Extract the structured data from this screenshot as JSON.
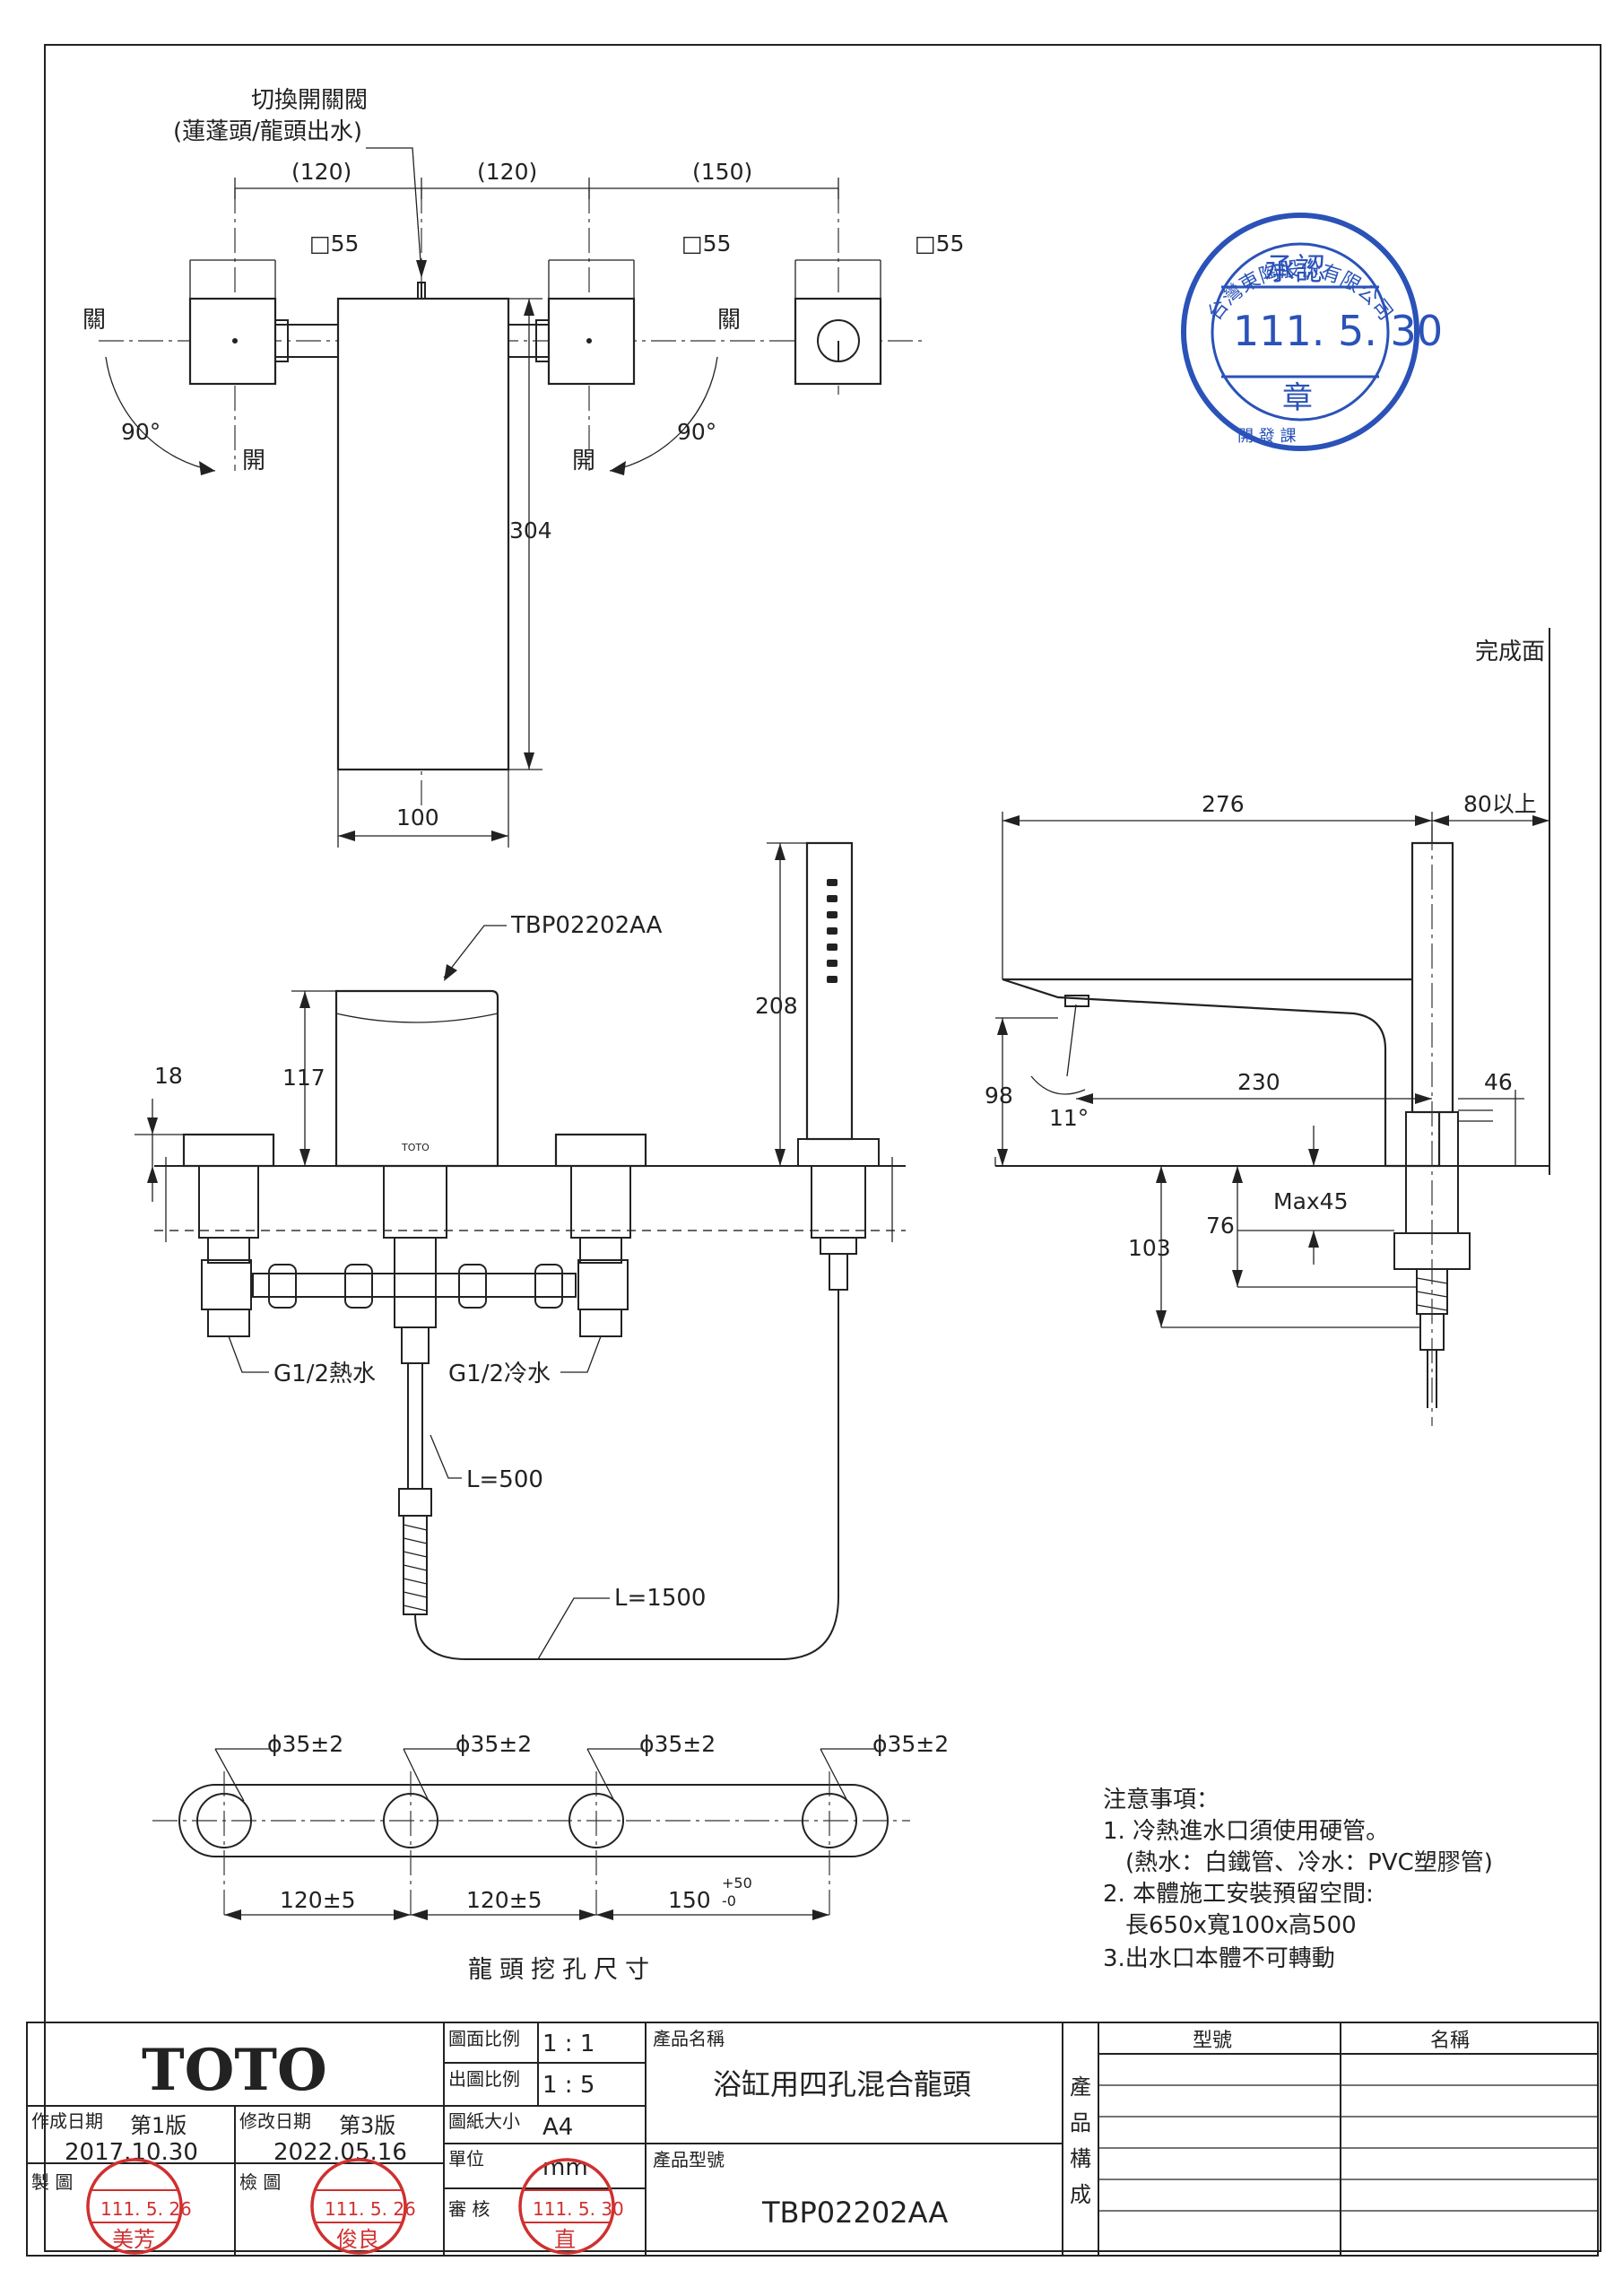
{
  "callouts": {
    "diverter_line1": "切換開關閥",
    "diverter_line2": "(蓮蓬頭/龍頭出水)",
    "close_left": "關",
    "open_left": "開",
    "close_right": "關",
    "open_right": "開",
    "angle_left": "90°",
    "angle_right": "90°",
    "model_callout": "TBP02202AA",
    "hot_inlet": "G1/2熱水",
    "cold_inlet": "G1/2冷水",
    "hose_short": "L=500",
    "hose_long": "L=1500",
    "finish_surface": "完成面",
    "spout_angle": "11°"
  },
  "top_view": {
    "dim_120a": "(120)",
    "dim_120b": "(120)",
    "dim_150": "(150)",
    "sq_left": "□55",
    "sq_mid": "□55",
    "sq_right": "□55",
    "height_304": "304",
    "width_100": "100"
  },
  "front_view": {
    "dim_18": "18",
    "dim_117": "117",
    "dim_208": "208",
    "brand_mark": "TOTO"
  },
  "side_view": {
    "dim_276": "276",
    "dim_80": "80以上",
    "dim_98": "98",
    "dim_230": "230",
    "dim_46": "46",
    "dim_max45": "Max45",
    "dim_76": "76",
    "dim_103": "103"
  },
  "holes": {
    "dia_1": "ϕ35±2",
    "dia_2": "ϕ35±2",
    "dia_3": "ϕ35±2",
    "dia_4": "ϕ35±2",
    "spacing_1": "120±5",
    "spacing_2": "120±5",
    "spacing_3": "150",
    "tol_upper": "+50",
    "tol_lower": "-0",
    "caption": "龍頭挖孔尺寸"
  },
  "notes": {
    "title": "注意事項：",
    "items": [
      "1. 冷熱進水口須使用硬管。",
      "(熱水：白鐵管、冷水：PVC塑膠管)",
      "2. 本體施工安裝預留空間:",
      "長650x寬100x高500",
      "3.出水口本體不可轉動"
    ]
  },
  "stamps": {
    "approval_ring": "台灣東陶股份有限公司",
    "approval_word": "承認",
    "approval_date": "111. 5. 30",
    "approval_seal": "章",
    "approval_dept": "開 發 課",
    "maker_date": "111. 5. 26",
    "maker_name": "美芳",
    "checker_date": "111. 5. 26",
    "checker_name": "俊良",
    "reviewer_date": "111. 5. 30",
    "reviewer_name": "直"
  },
  "title_block": {
    "brand": "TOTO",
    "scale_label": "圖面比例",
    "scale_value": "1 : 1",
    "print_scale_label": "出圖比例",
    "print_scale_value": "1 : 5",
    "paper_label": "圖紙大小",
    "paper_value": "A4",
    "unit_label": "單位",
    "unit_value": "mm",
    "review_label": "審 核",
    "product_name_label": "產品名稱",
    "product_name": "浴缸用四孔混合龍頭",
    "product_model_label": "產品型號",
    "product_model": "TBP02202AA",
    "created_label": "作成日期",
    "created_version": "第1版",
    "created_date": "2017.10.30",
    "modified_label": "修改日期",
    "modified_version": "第3版",
    "modified_date": "2022.05.16",
    "maker_label": "製 圖",
    "checker_label": "檢 圖",
    "composition_chars": [
      "產",
      "品",
      "構",
      "成"
    ],
    "col_model": "型號",
    "col_name": "名稱"
  },
  "colors": {
    "ink": "#222222",
    "stamp_blue": "#2a52b8",
    "stamp_red": "#d03030"
  }
}
